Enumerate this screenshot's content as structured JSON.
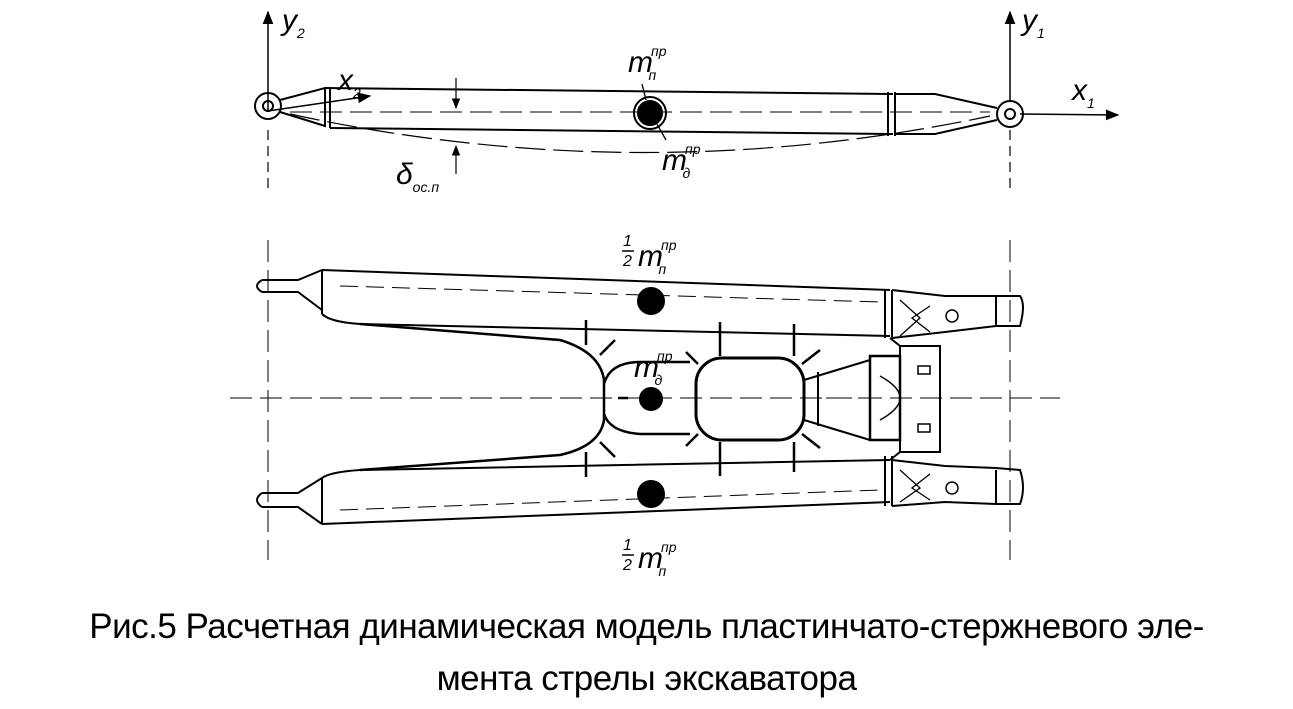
{
  "labels": {
    "y2": "y",
    "y2_sub": "2",
    "y1": "y",
    "y1_sub": "1",
    "x2": "x",
    "x2_sub": "2",
    "x1": "x",
    "x1_sub": "1",
    "m": "m",
    "m_sup": "пр",
    "m_n_sub": "п",
    "m_d_sub": "д",
    "delta": "δ",
    "delta_sub": "ос.п",
    "half": "1",
    "half_den": "2"
  },
  "caption": {
    "line1": "Рис.5 Расчетная динамическая модель пластинчато-стержневого эле-",
    "line2": "мента стрелы экскаватора"
  }
}
